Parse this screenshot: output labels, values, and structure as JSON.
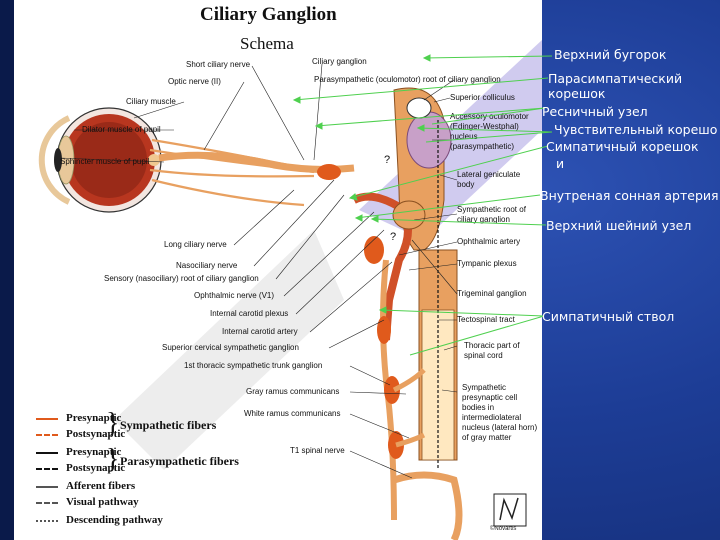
{
  "title": "Ciliary Ganglion",
  "subtitle": "Schema",
  "labels_left": {
    "short_ciliary_nerve": "Short ciliary nerve",
    "optic_nerve": "Optic nerve (II)",
    "ciliary_muscle": "Ciliary muscle",
    "dilator_muscle": "Dilator muscle of pupil",
    "sphincter_muscle": "Sphincter muscle of pupil",
    "long_ciliary_nerve": "Long ciliary nerve",
    "nasociliary_nerve": "Nasociliary nerve",
    "sensory_root": "Sensory (nasociliary) root of ciliary ganglion",
    "ophthalmic_nerve": "Ophthalmic nerve (V1)",
    "internal_carotid_plexus": "Internal carotid plexus",
    "internal_carotid_artery": "Internal carotid artery",
    "superior_cervical_ganglion": "Superior cervical sympathetic ganglion",
    "first_thoracic_ganglion": "1st thoracic sympathetic trunk ganglion",
    "gray_ramus": "Gray ramus communicans",
    "white_ramus": "White ramus communicans",
    "t1_spinal_nerve": "T1 spinal nerve"
  },
  "labels_right": {
    "ciliary_ganglion": "Ciliary ganglion",
    "parasympathetic_root": "Parasympathetic (oculomotor) root of ciliary ganglion",
    "superior_colliculus": "Superior colliculus",
    "accessory_nucleus": "Accessory oculomotor (Edinger-Westphal) nucleus (parasympathetic)",
    "lateral_geniculate": "Lateral geniculate body",
    "sympathetic_root": "Sympathetic root of ciliary ganglion",
    "ophthalmic_artery": "Ophthalmic artery",
    "tympanic_plexus": "Tympanic plexus",
    "trigeminal_ganglion": "Trigeminal ganglion",
    "tectospinal_tract": "Tectospinal tract",
    "thoracic_cord": "Thoracic part of spinal cord",
    "sympathetic_cells": "Sympathetic presynaptic cell bodies in intermediolateral nucleus (lateral horn) of gray matter",
    "question_1": "?",
    "question_2": "?"
  },
  "legend": {
    "presynaptic_1": "Presynaptic",
    "postsynaptic_1": "Postsynaptic",
    "presynaptic_2": "Presynaptic",
    "postsynaptic_2": "Postsynaptic",
    "afferent": "Afferent fibers",
    "visual": "Visual pathway",
    "descending": "Descending pathway",
    "sympathetic_group": "Sympathetic fibers",
    "parasympathetic_group": "Parasympathetic fibers"
  },
  "russian_labels": {
    "superior_colliculus": "Верхний бугорок",
    "parasympathetic_root": "Парасимпатический корешок",
    "ciliary_ganglion": "Ресничный узел",
    "sensory_root": "Чувствительный корешо",
    "sympathetic_root_line1": "Симпатичный корешок",
    "sympathetic_root_line2": "и",
    "internal_carotid": "Внутреная сонная артерия",
    "superior_cervical": "Верхний шейний узел",
    "sympathetic_trunk": "Симпатичный ствол"
  },
  "logo": {
    "brand": "©Novartis"
  },
  "colors": {
    "background": "#1c3a8c",
    "leader_line": "#4fd04f",
    "sympathetic": "#e05a1c",
    "nerve": "#e8a060",
    "brain": "#c8a0c8",
    "eye": "#a83020",
    "watermark": "#7a6ad0"
  }
}
